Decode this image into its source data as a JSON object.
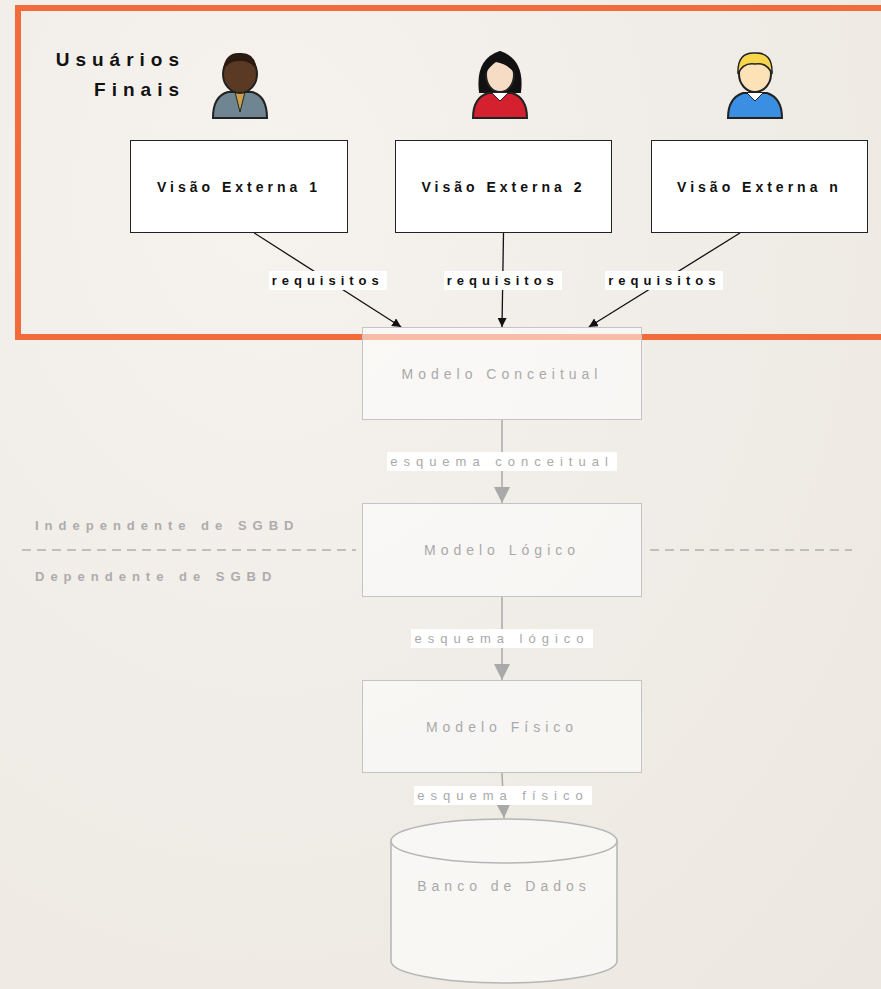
{
  "diagram": {
    "nodes": [
      {
        "text": [
          "Usuários Finais"
        ]
      },
      {
        "text": [
          "Visão Externa 1"
        ],
        "in": 0
      },
      {
        "text": [
          "Visão Externa 2"
        ],
        "in": 0
      },
      {
        "text": [
          "Visão Externa n"
        ],
        "in": 0
      },
      {
        "text": [
          "Modelo Conceitual"
        ]
      },
      {
        "text": [
          "Modelo Lógico"
        ]
      },
      {
        "text": [
          "Modelo Físico"
        ]
      },
      {
        "text": [
          "Banco de Dados"
        ]
      }
    ],
    "edges": [
      {
        "from": 1,
        "to": 4,
        "label": "requisitos",
        "arrow": "to"
      },
      {
        "from": 2,
        "to": 4,
        "label": "requisitos",
        "arrow": "to"
      },
      {
        "from": 3,
        "to": 4,
        "label": "requisitos",
        "arrow": "to"
      },
      {
        "from": 4,
        "to": 5,
        "label": "esquema conceitual",
        "arrow": "to"
      },
      {
        "from": 5,
        "to": 6,
        "label": "esquema lógico",
        "arrow": "to"
      },
      {
        "from": 6,
        "to": 7,
        "label": "esquema físico",
        "arrow": "to"
      }
    ],
    "labels": [
      "Independente de SGBD",
      "Dependente de SGBD"
    ]
  }
}
